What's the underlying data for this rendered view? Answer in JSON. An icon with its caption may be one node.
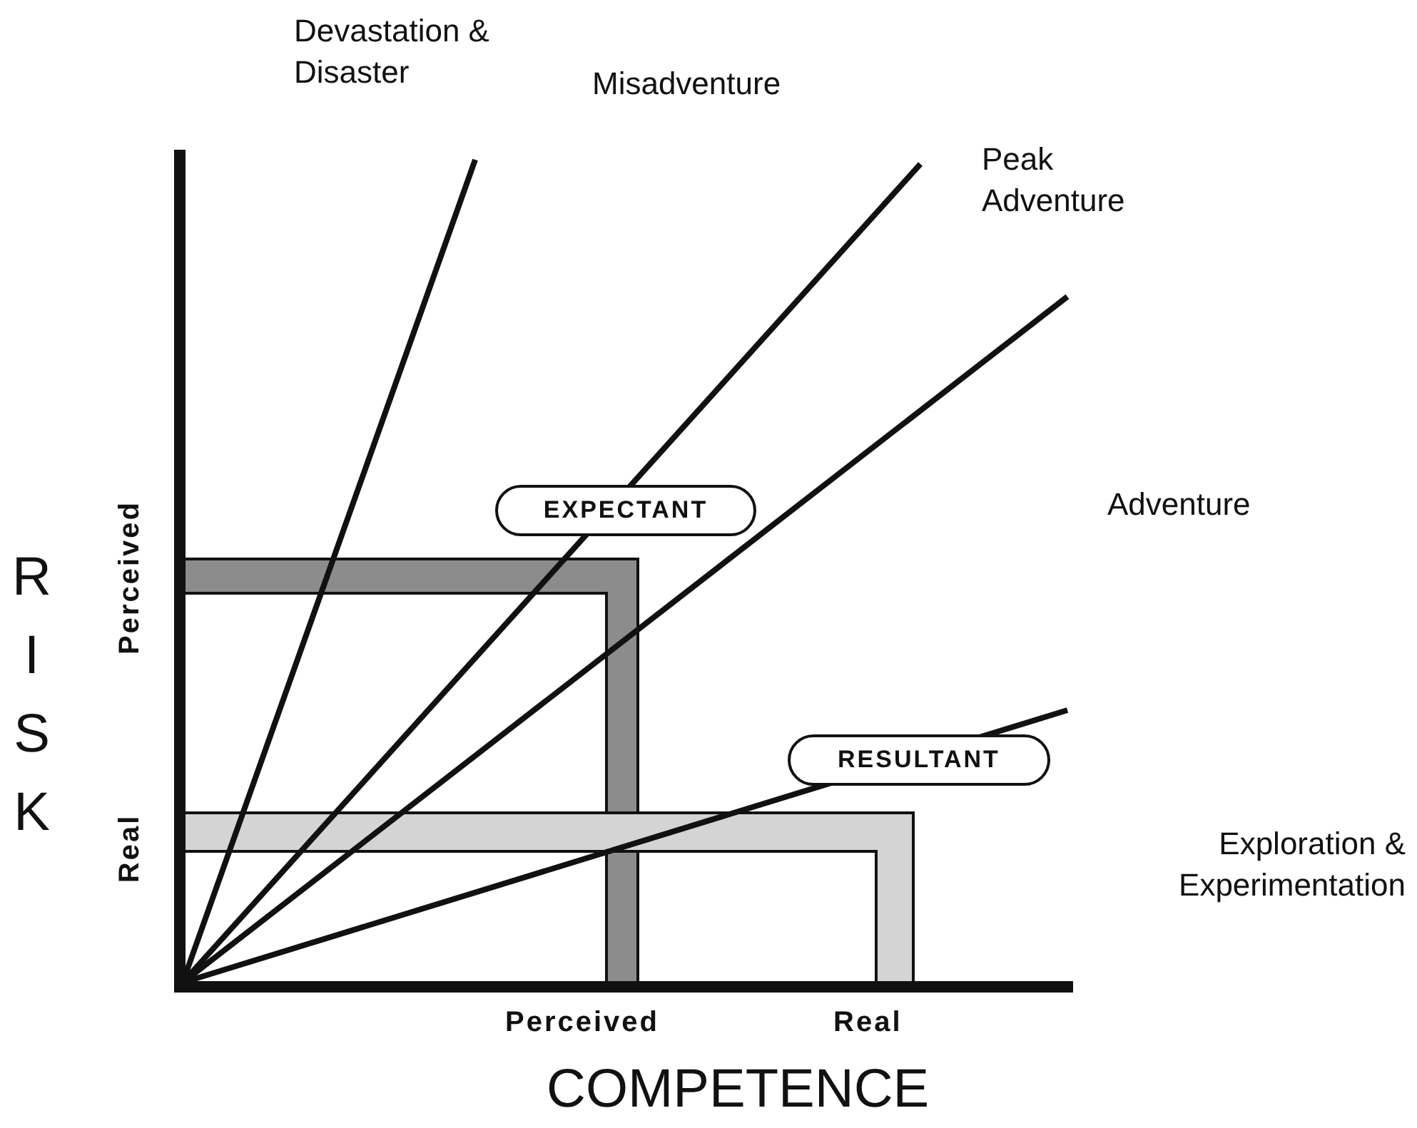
{
  "diagram": {
    "nodes": [
      {
        "text": [
          "EXPECTANT"
        ]
      },
      {
        "text": [
          "RESULTANT"
        ]
      }
    ],
    "labels": [
      "Devastation & Disaster",
      "Misadventure",
      "Peak Adventure",
      "Adventure",
      "Exploration & Experimentation",
      "RISK",
      "Perceived",
      "Real",
      "Perceived",
      "Real",
      "COMPETENCE"
    ]
  }
}
